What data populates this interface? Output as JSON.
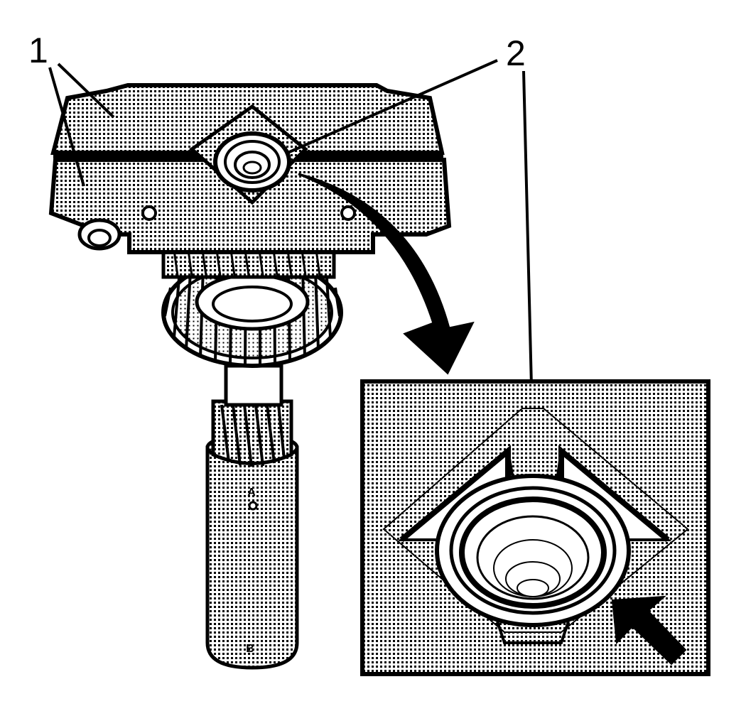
{
  "callouts": [
    {
      "label": "1",
      "part": "case-halves"
    },
    {
      "label": "2",
      "part": "bearing-seal"
    }
  ],
  "shaft_marks": {
    "upper": "A",
    "lower": "B"
  },
  "colors": {
    "ink": "#000000",
    "paper": "#ffffff",
    "screen": "#7a7a7a"
  },
  "icons": [
    "curved-arrow-icon",
    "pointer-arrow-icon"
  ]
}
